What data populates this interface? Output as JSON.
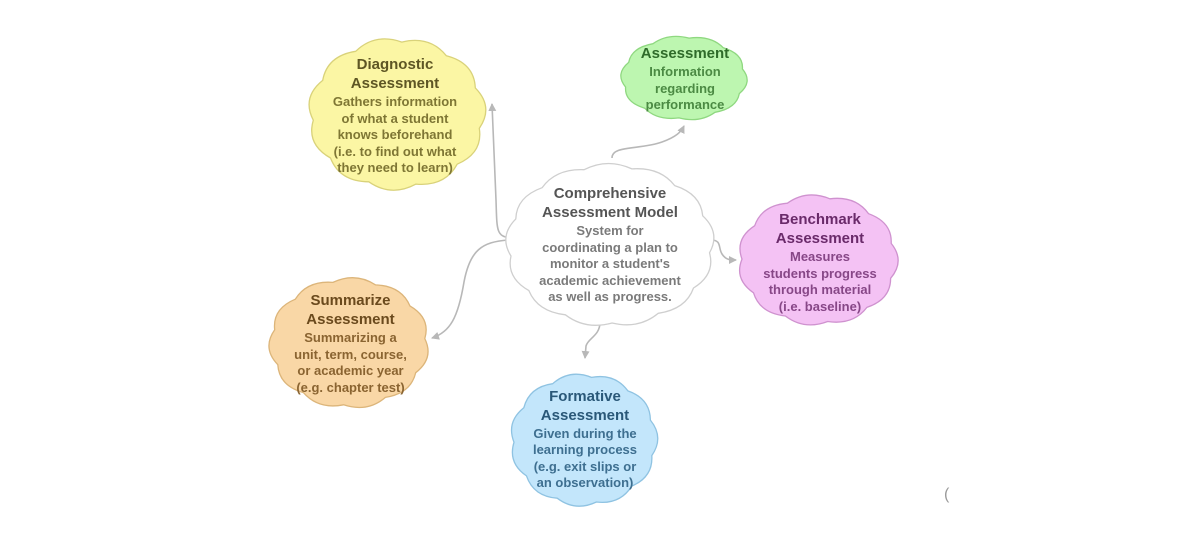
{
  "diagram": {
    "center": {
      "title": "Comprehensive\nAssessment Model",
      "desc": "System for\ncoordinating a plan to\nmonitor a student's\nacademic achievement\nas well as progress.",
      "fill": "#ffffff",
      "stroke": "#cfcfcf",
      "title_color": "#555555",
      "desc_color": "#7a7a7a"
    },
    "diagnostic": {
      "title": "Diagnostic\nAssessment",
      "desc": "Gathers information\nof what a student\nknows beforehand\n(i.e. to find out what\nthey need to learn)",
      "fill": "#fbf6a4",
      "stroke": "#d9d27a",
      "title_color": "#5e5624",
      "desc_color": "#7e7634"
    },
    "info": {
      "title": "Assessment",
      "desc": "Information\nregarding\nperformance",
      "fill": "#bdf6b0",
      "stroke": "#8fd880",
      "title_color": "#2f6b2a",
      "desc_color": "#4b8a43"
    },
    "benchmark": {
      "title": "Benchmark\nAssessment",
      "desc": "Measures\nstudents progress\nthrough material\n(i.e. baseline)",
      "fill": "#f4c2f4",
      "stroke": "#cf92cf",
      "title_color": "#6a2a6a",
      "desc_color": "#874787"
    },
    "summarize": {
      "title": "Summarize\nAssessment",
      "desc": "Summarizing a\nunit, term, course,\nor academic year\n(e.g. chapter test)",
      "fill": "#f9d7a6",
      "stroke": "#dcb57a",
      "title_color": "#6b4a1d",
      "desc_color": "#8a6431"
    },
    "formative": {
      "title": "Formative\nAssessment",
      "desc": "Given during the\nlearning process\n(e.g. exit slips or\nan observation)",
      "fill": "#c3e6fb",
      "stroke": "#8fc3e2",
      "title_color": "#2a5878",
      "desc_color": "#3e6f90"
    },
    "connector_color": "#b8b8b8",
    "stray_mark": "("
  }
}
